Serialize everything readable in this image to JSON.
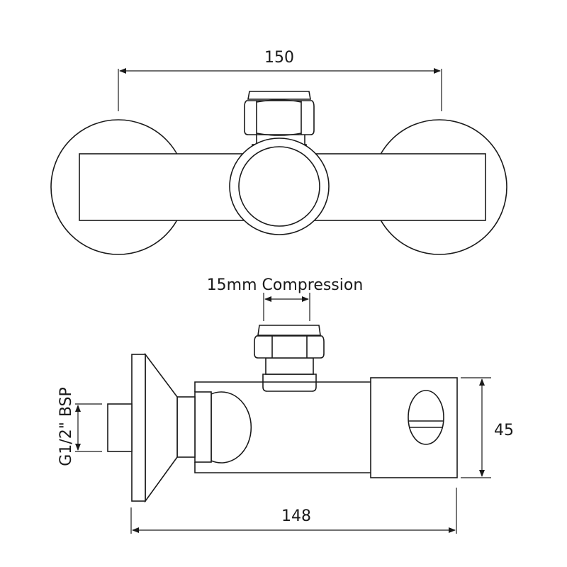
{
  "top_view": {
    "width_dimension": "150"
  },
  "side_view": {
    "inlet_connection": "15mm Compression",
    "outlet_thread": "G1/2\" BSP",
    "height_dimension": "45",
    "length_dimension": "148"
  },
  "colors": {
    "line": "#1a1a1a",
    "background": "#ffffff"
  }
}
